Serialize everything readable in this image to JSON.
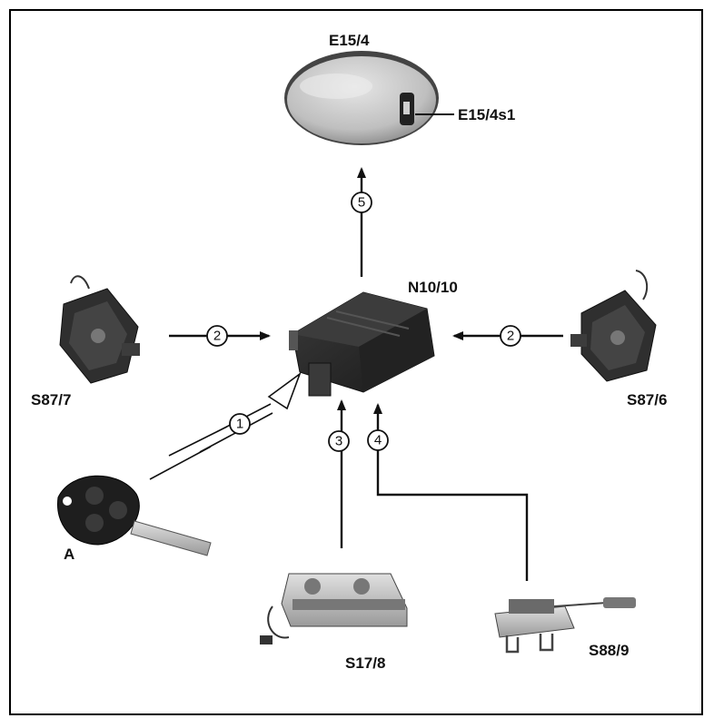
{
  "components": {
    "lamp": {
      "label": "E15/4"
    },
    "lamp_switch": {
      "label": "E15/4s1"
    },
    "control_unit": {
      "label": "N10/10"
    },
    "lock_left": {
      "label": "S87/7"
    },
    "lock_right": {
      "label": "S87/6"
    },
    "key_fob": {
      "label": "A"
    },
    "switch_bottom": {
      "label": "S17/8"
    },
    "switch_right": {
      "label": "S88/9"
    }
  },
  "signals": [
    {
      "id": "1"
    },
    {
      "id": "2"
    },
    {
      "id": "2"
    },
    {
      "id": "3"
    },
    {
      "id": "4"
    },
    {
      "id": "5"
    }
  ],
  "colors": {
    "line": "#111111",
    "component_dark": "#2b2b2b",
    "lamp": "#bdbdbd"
  }
}
